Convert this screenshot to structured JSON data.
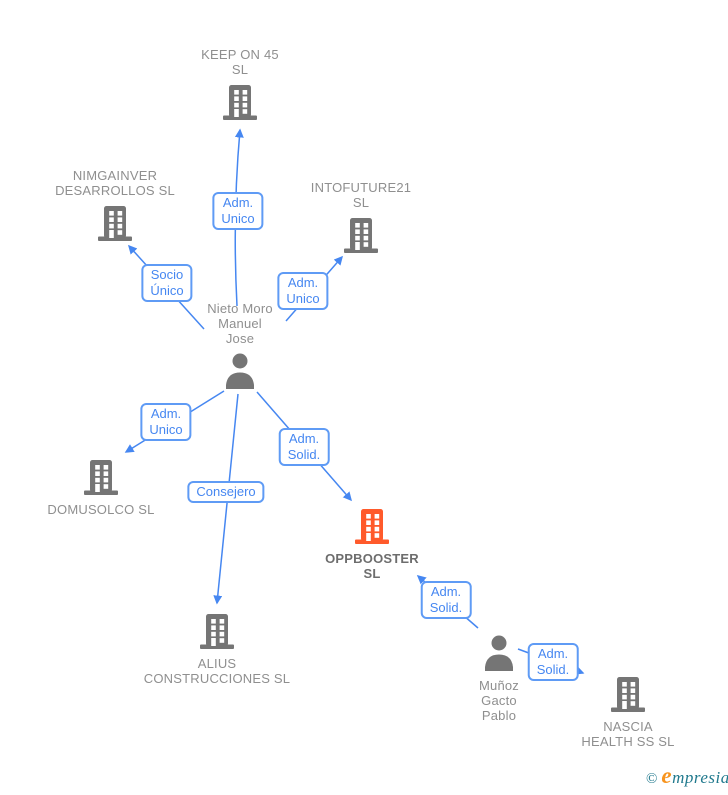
{
  "colors": {
    "edge": "#4687f1",
    "edge_box_border": "#5f9bf5",
    "icon_gray": "#757575",
    "icon_highlight": "#ff5a2b",
    "node_label": "#8f8f8f",
    "highlight_label": "#6d6d6d",
    "logo_teal": "#20798d",
    "logo_orange": "#f7941e"
  },
  "nodes": {
    "keep_on": {
      "label": "KEEP ON 45\nSL",
      "icon": "building-icon"
    },
    "nimgainver": {
      "label": "NIMGAINVER\nDESARROLLOS SL",
      "icon": "building-icon"
    },
    "intofuture": {
      "label": "INTOFUTURE21\nSL",
      "icon": "building-icon"
    },
    "nieto": {
      "label": "Nieto Moro\nManuel\nJose",
      "icon": "person-icon"
    },
    "domusolco": {
      "label": "DOMUSOLCO SL",
      "icon": "building-icon"
    },
    "oppbooster": {
      "label": "OPPBOOSTER\nSL",
      "icon": "building-icon",
      "highlighted": true
    },
    "alius": {
      "label": "ALIUS\nCONSTRUCCIONES SL",
      "icon": "building-icon"
    },
    "munoz": {
      "label": "Muñoz\nGacto\nPablo",
      "icon": "person-icon"
    },
    "nascia": {
      "label": "NASCIA\nHEALTH SS  SL",
      "icon": "building-icon"
    }
  },
  "edge_labels": {
    "adm_unico_keep_on": "Adm.\nUnico",
    "socio_unico_nimgainver": "Socio\nÚnico",
    "adm_unico_intofuture": "Adm.\nUnico",
    "adm_unico_domusolco": "Adm.\nUnico",
    "adm_solid_oppbooster": "Adm.\nSolid.",
    "consejero_alius": "Consejero",
    "adm_solid_munoz_oppbooster": "Adm.\nSolid.",
    "adm_solid_munoz_nascia": "Adm.\nSolid."
  },
  "footer": {
    "copyright_symbol": "©",
    "brand_initial": "e",
    "brand_rest": "mpresia"
  }
}
